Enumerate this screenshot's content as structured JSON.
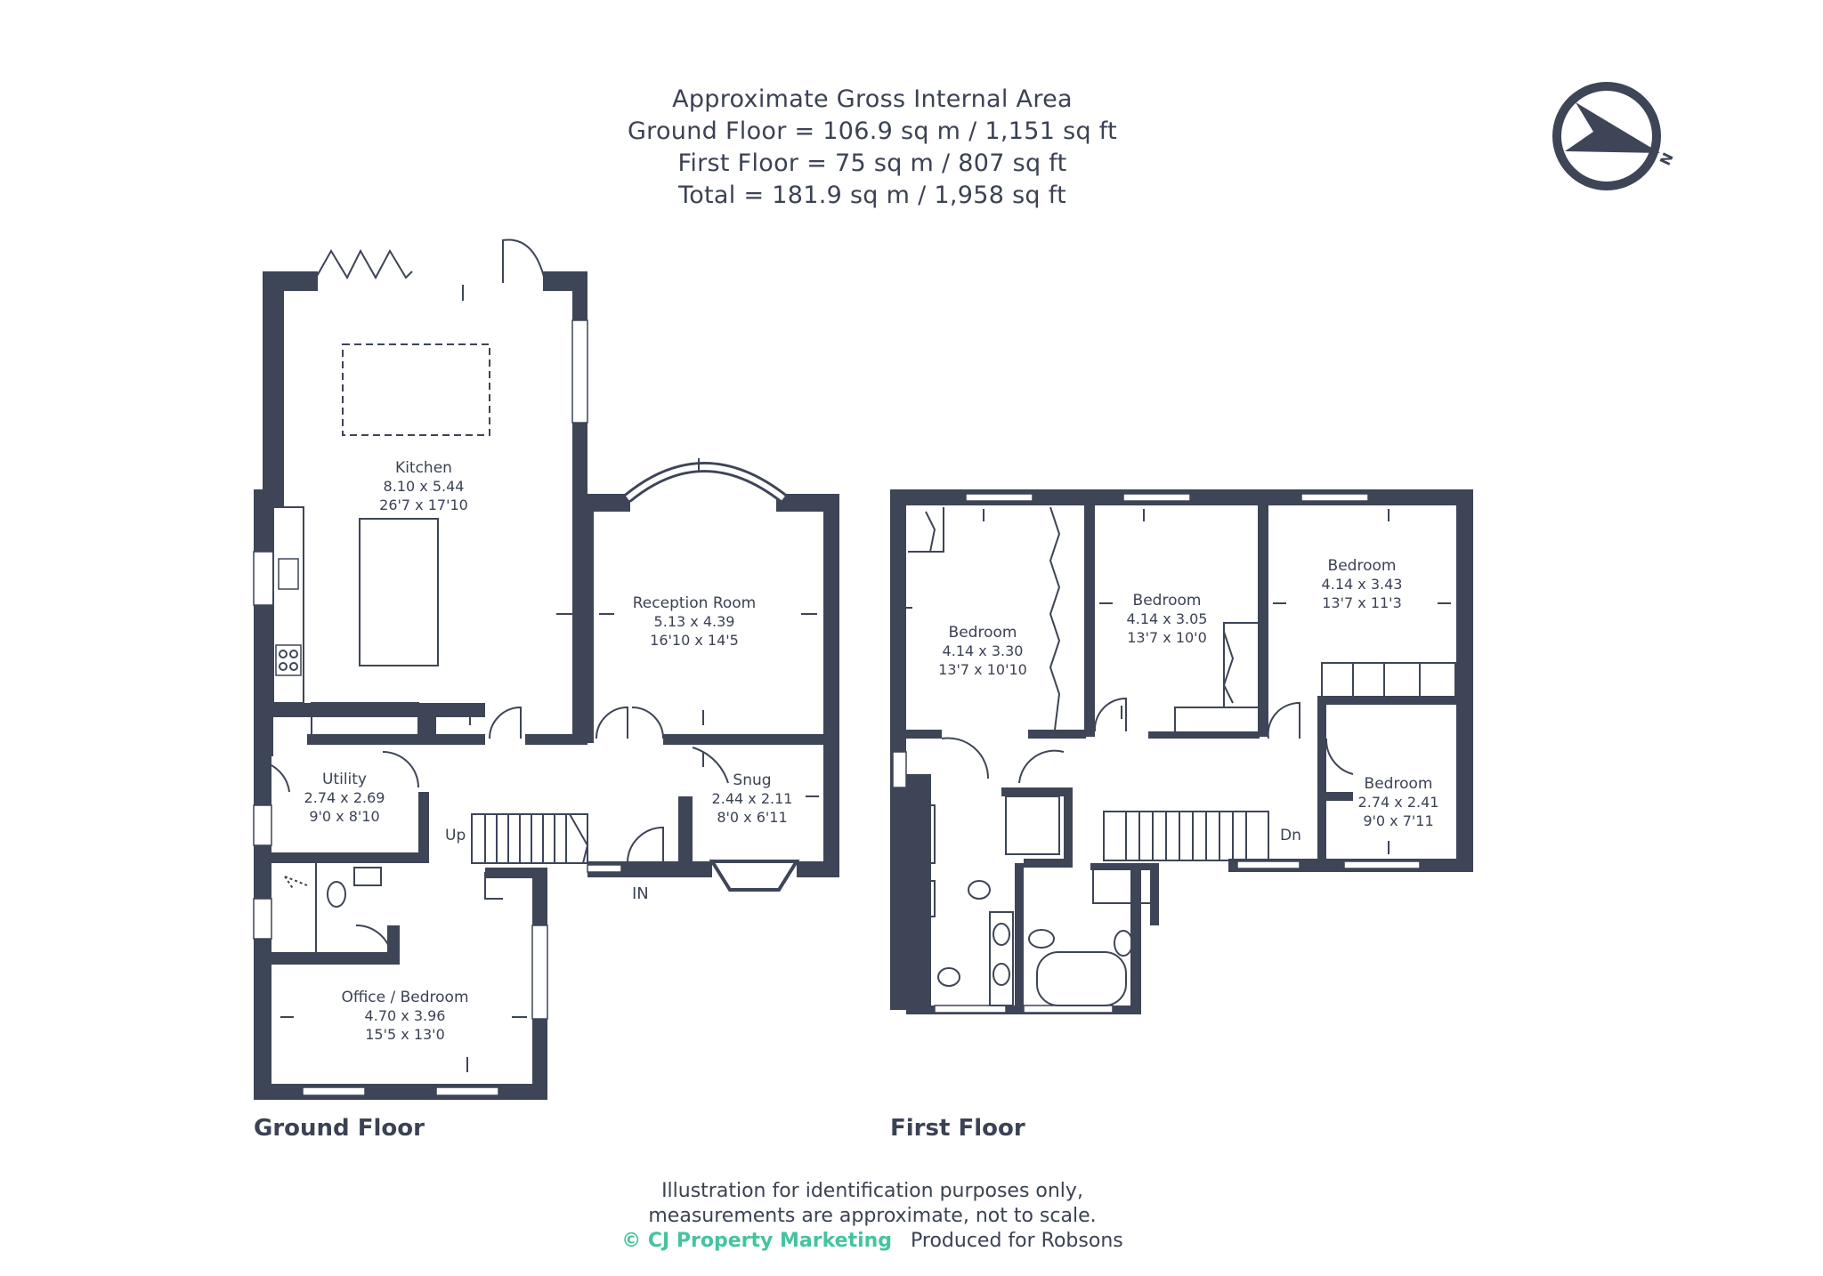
{
  "header": {
    "line1": "Approximate Gross Internal Area",
    "line2": "Ground Floor = 106.9 sq m / 1,151 sq ft",
    "line3": "First Floor = 75 sq m / 807 sq ft",
    "line4": "Total = 181.9 sq m / 1,958 sq ft"
  },
  "compass": {
    "label": "N"
  },
  "ground_floor": {
    "title": "Ground Floor",
    "up_label": "Up",
    "entrance_label": "IN",
    "rooms": {
      "kitchen": {
        "name": "Kitchen",
        "metric": "8.10 x 5.44",
        "imperial": "26'7 x 17'10"
      },
      "reception": {
        "name": "Reception Room",
        "metric": "5.13 x 4.39",
        "imperial": "16'10 x 14'5"
      },
      "snug": {
        "name": "Snug",
        "metric": "2.44 x 2.11",
        "imperial": "8'0 x 6'11"
      },
      "utility": {
        "name": "Utility",
        "metric": "2.74 x 2.69",
        "imperial": "9'0 x 8'10"
      },
      "office": {
        "name": "Office / Bedroom",
        "metric": "4.70 x 3.96",
        "imperial": "15'5 x 13'0"
      }
    }
  },
  "first_floor": {
    "title": "First Floor",
    "down_label": "Dn",
    "rooms": {
      "bedroom1": {
        "name": "Bedroom",
        "metric": "4.14 x 3.30",
        "imperial": "13'7 x 10'10"
      },
      "bedroom2": {
        "name": "Bedroom",
        "metric": "4.14 x 3.05",
        "imperial": "13'7 x 10'0"
      },
      "bedroom3": {
        "name": "Bedroom",
        "metric": "4.14 x 3.43",
        "imperial": "13'7 x 11'3"
      },
      "bedroom4": {
        "name": "Bedroom",
        "metric": "2.74 x 2.41",
        "imperial": "9'0 x 7'11"
      }
    }
  },
  "footer": {
    "line1": "Illustration for identification purposes only,",
    "line2": "measurements are approximate, not to scale.",
    "brand": "© CJ Property Marketing",
    "produced": "Produced for Robsons"
  },
  "colors": {
    "wall": "#3d4557",
    "text": "#3b4253",
    "brand": "#45c3a0"
  }
}
